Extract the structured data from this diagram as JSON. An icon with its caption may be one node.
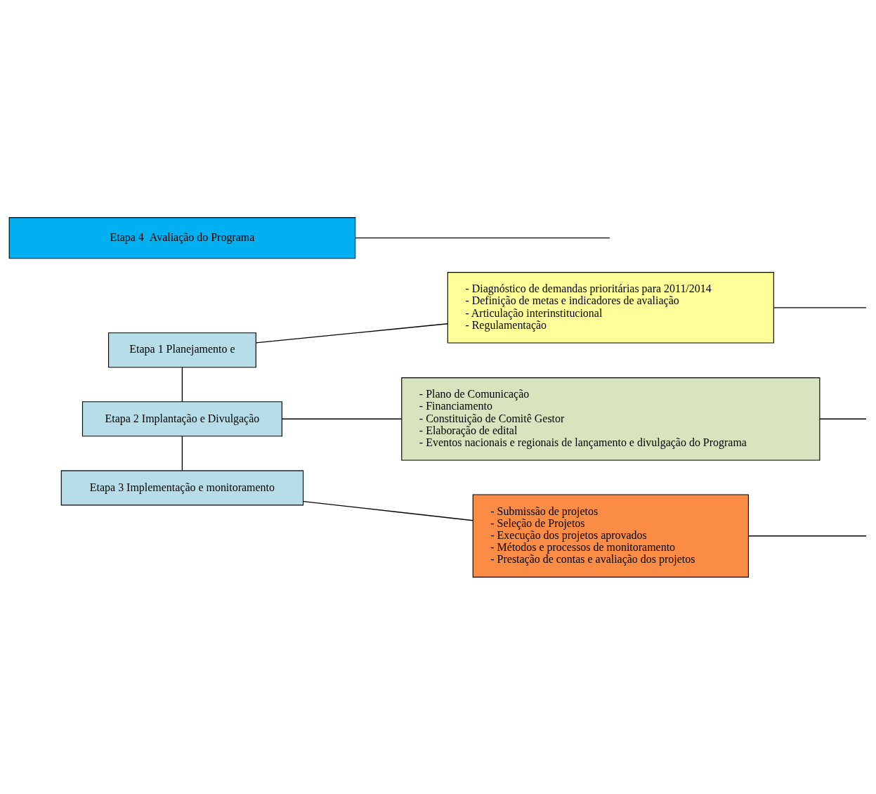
{
  "diagram": {
    "nodes": [
      {
        "text": [
          "Etapa 1 Planejamento e"
        ]
      },
      {
        "text": [
          "- Diagnóstico de demandas prioritárias para 2011/2014",
          "- Definição de metas e indicadores de avaliação",
          "- Articulação interinstitucional",
          "- Regulamentação"
        ]
      },
      {
        "text": [
          "Etapa 2 Implantação e Divulgação"
        ]
      },
      {
        "text": [
          "- Plano de Comunicação",
          "- Financiamento",
          "- Constituição de Comitê Gestor",
          "- Elaboração de edital",
          "- Eventos nacionais e regionais de lançamento e divulgação do Programa"
        ]
      },
      {
        "text": [
          "Etapa 3 Implementação e monitoramento"
        ]
      },
      {
        "text": [
          "- Submissão de projetos",
          "- Seleção de Projetos",
          "- Execução dos projetos aprovados",
          "- Métodos e processos de monitoramento",
          "- Prestação de contas e avaliação dos projetos"
        ]
      },
      {
        "text": [
          "Etapa 4  Avaliação do Programa"
        ]
      }
    ],
    "edges": [
      {
        "from": 0,
        "to": 1,
        "arrow": "none"
      },
      {
        "from": 0,
        "to": 2,
        "arrow": "none"
      },
      {
        "from": 2,
        "to": 3,
        "arrow": "none"
      },
      {
        "from": 2,
        "to": 4,
        "arrow": "none"
      },
      {
        "from": 4,
        "to": 5,
        "arrow": "none"
      },
      {
        "from": 1,
        "to": null,
        "arrow": "none"
      },
      {
        "from": 3,
        "to": null,
        "arrow": "none"
      },
      {
        "from": 5,
        "to": null,
        "arrow": "none"
      },
      {
        "from": 6,
        "to": null,
        "arrow": "none"
      }
    ]
  }
}
